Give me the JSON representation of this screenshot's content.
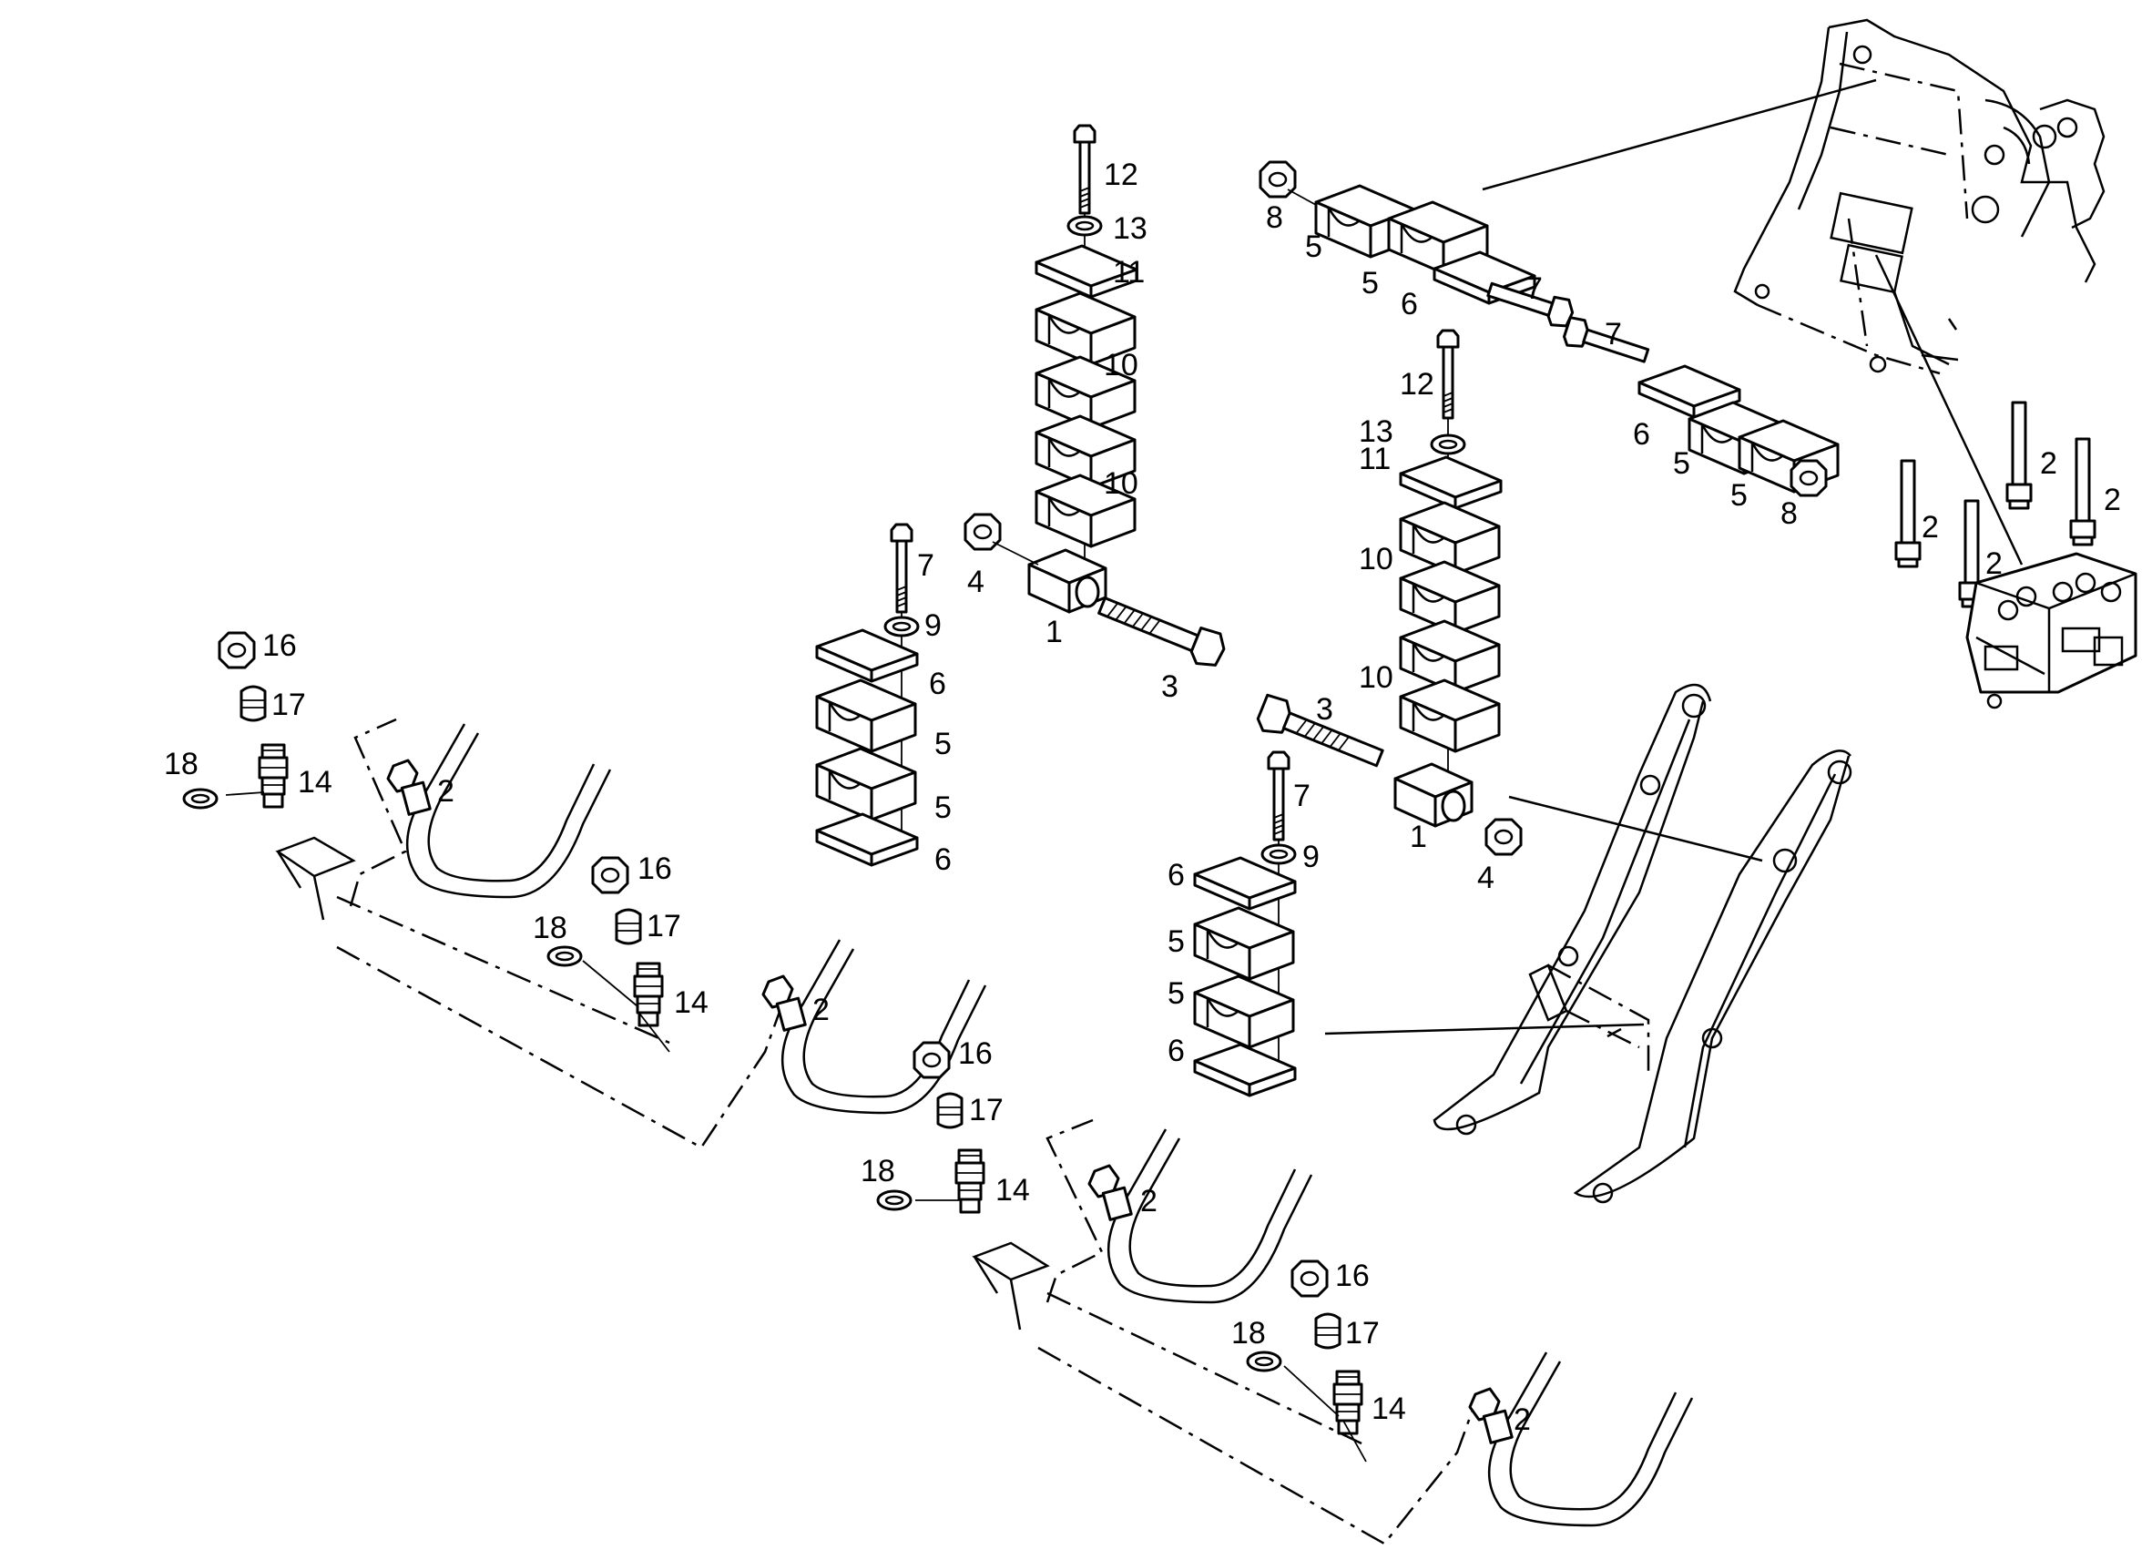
{
  "diagram": {
    "callouts": [
      {
        "id": "c01",
        "text": "1"
      },
      {
        "id": "c02",
        "text": "1"
      },
      {
        "id": "c03",
        "text": "2"
      },
      {
        "id": "c04",
        "text": "2"
      },
      {
        "id": "c05",
        "text": "2"
      },
      {
        "id": "c06",
        "text": "2"
      },
      {
        "id": "c07",
        "text": "2"
      },
      {
        "id": "c08",
        "text": "2"
      },
      {
        "id": "c09",
        "text": "2"
      },
      {
        "id": "c10",
        "text": "2"
      },
      {
        "id": "c11",
        "text": "3"
      },
      {
        "id": "c12",
        "text": "3"
      },
      {
        "id": "c13",
        "text": "4"
      },
      {
        "id": "c14",
        "text": "4"
      },
      {
        "id": "c15",
        "text": "5"
      },
      {
        "id": "c16",
        "text": "5"
      },
      {
        "id": "c17",
        "text": "5"
      },
      {
        "id": "c18",
        "text": "5"
      },
      {
        "id": "c19",
        "text": "5"
      },
      {
        "id": "c20",
        "text": "5"
      },
      {
        "id": "c21",
        "text": "5"
      },
      {
        "id": "c22",
        "text": "5"
      },
      {
        "id": "c23",
        "text": "6"
      },
      {
        "id": "c24",
        "text": "6"
      },
      {
        "id": "c25",
        "text": "6"
      },
      {
        "id": "c26",
        "text": "6"
      },
      {
        "id": "c27",
        "text": "6"
      },
      {
        "id": "c28",
        "text": "6"
      },
      {
        "id": "c29",
        "text": "7"
      },
      {
        "id": "c30",
        "text": "7"
      },
      {
        "id": "c31",
        "text": "7"
      },
      {
        "id": "c32",
        "text": "7"
      },
      {
        "id": "c33",
        "text": "8"
      },
      {
        "id": "c34",
        "text": "8"
      },
      {
        "id": "c35",
        "text": "9"
      },
      {
        "id": "c36",
        "text": "9"
      },
      {
        "id": "c37",
        "text": "10"
      },
      {
        "id": "c38",
        "text": "10"
      },
      {
        "id": "c39",
        "text": "10"
      },
      {
        "id": "c40",
        "text": "10"
      },
      {
        "id": "c41",
        "text": "11"
      },
      {
        "id": "c42",
        "text": "11"
      },
      {
        "id": "c43",
        "text": "12"
      },
      {
        "id": "c44",
        "text": "12"
      },
      {
        "id": "c45",
        "text": "13"
      },
      {
        "id": "c46",
        "text": "13"
      },
      {
        "id": "c47",
        "text": "14"
      },
      {
        "id": "c48",
        "text": "14"
      },
      {
        "id": "c49",
        "text": "14"
      },
      {
        "id": "c50",
        "text": "14"
      },
      {
        "id": "c51",
        "text": "16"
      },
      {
        "id": "c52",
        "text": "16"
      },
      {
        "id": "c53",
        "text": "16"
      },
      {
        "id": "c54",
        "text": "16"
      },
      {
        "id": "c55",
        "text": "17"
      },
      {
        "id": "c56",
        "text": "17"
      },
      {
        "id": "c57",
        "text": "17"
      },
      {
        "id": "c58",
        "text": "17"
      },
      {
        "id": "c59",
        "text": "18"
      },
      {
        "id": "c60",
        "text": "18"
      },
      {
        "id": "c61",
        "text": "18"
      },
      {
        "id": "c62",
        "text": "18"
      }
    ]
  }
}
